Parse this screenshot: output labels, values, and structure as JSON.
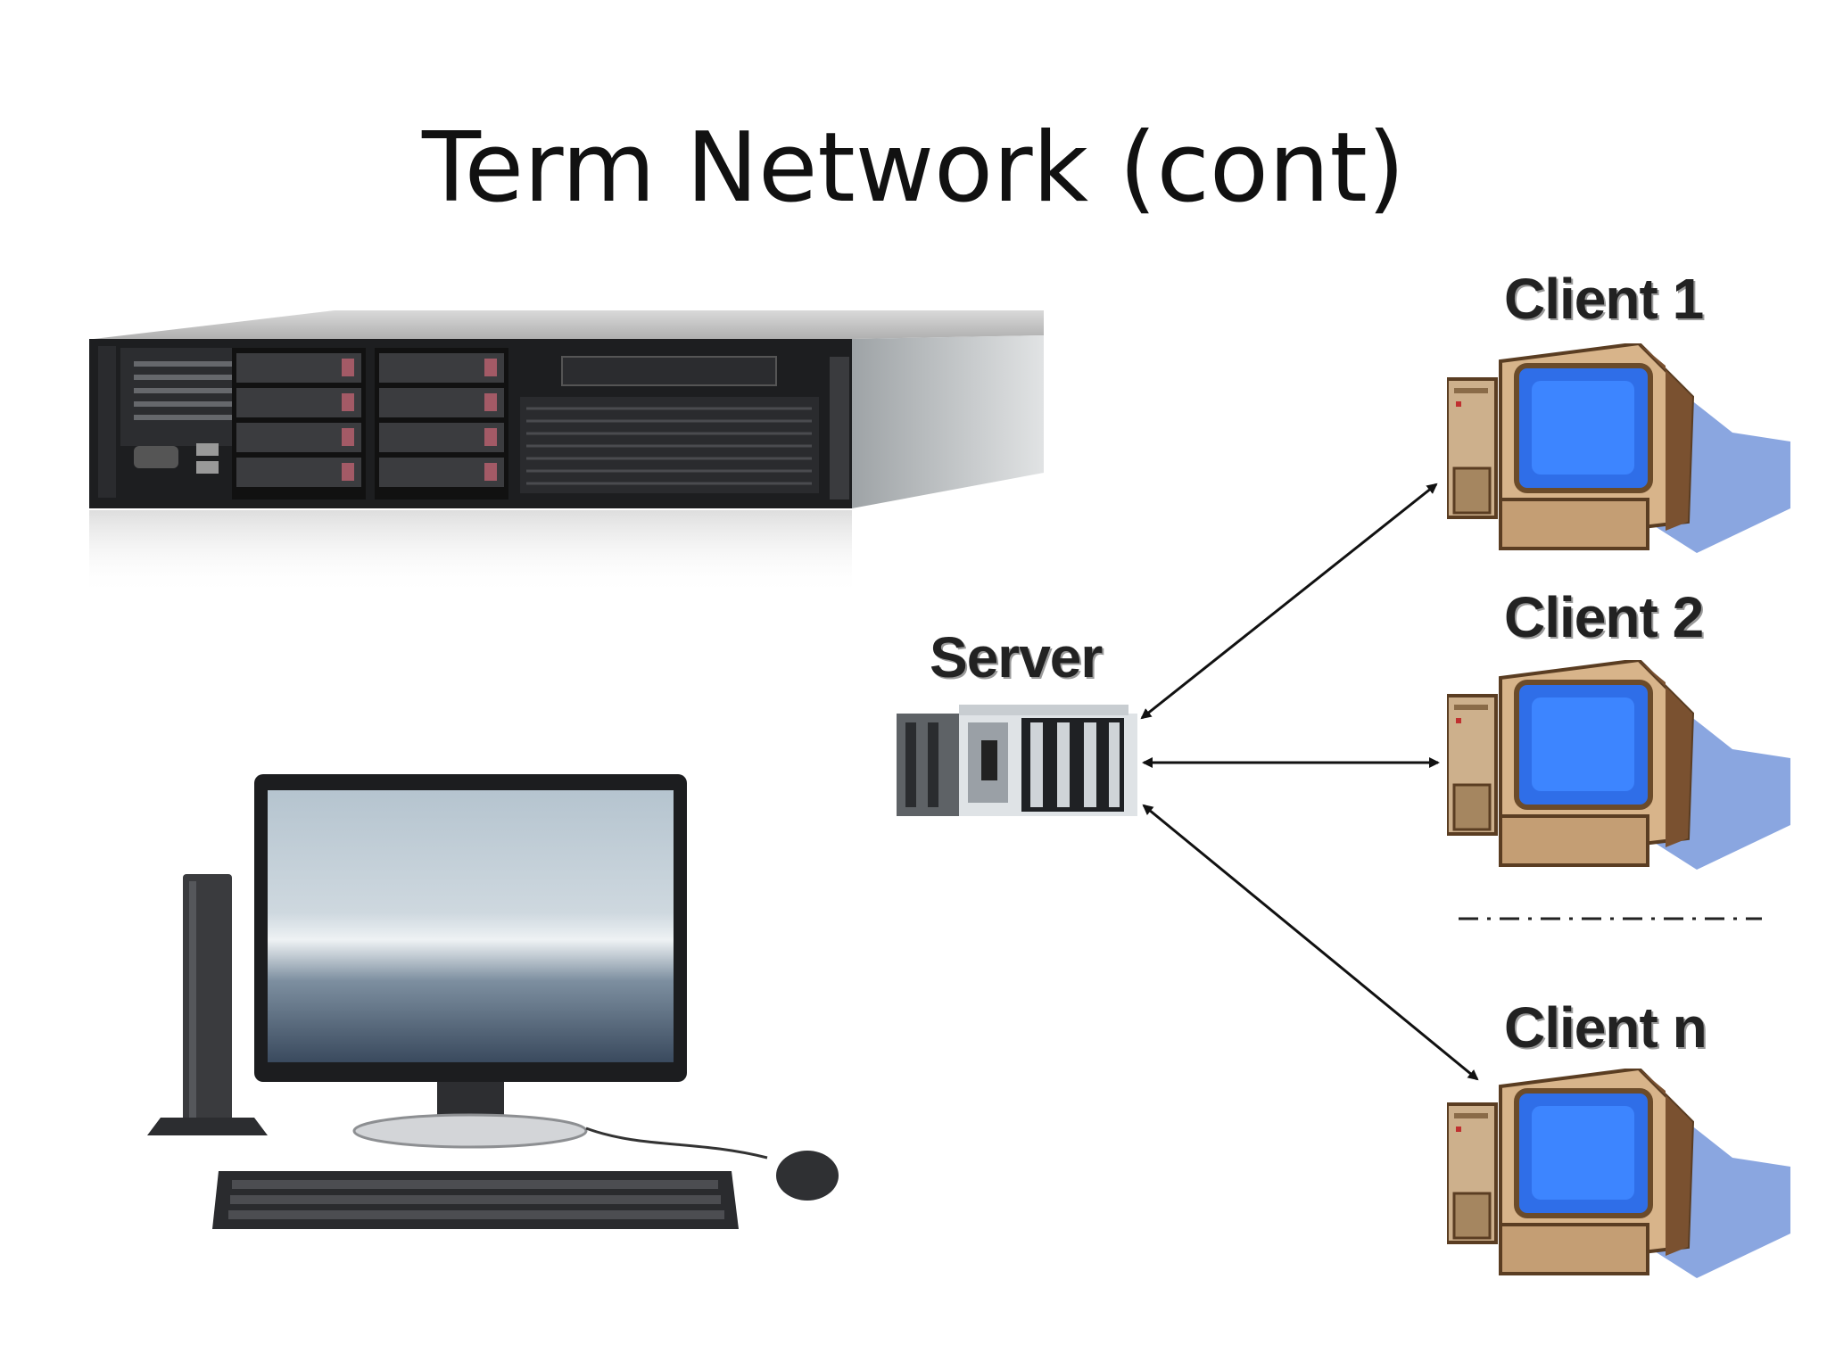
{
  "slide": {
    "title": "Term Network (cont)"
  },
  "diagram": {
    "server_label": "Server",
    "clients": [
      {
        "label": "Client 1"
      },
      {
        "label": "Client 2"
      },
      {
        "label": "Client n"
      }
    ]
  },
  "colors": {
    "screen_blue": "#2f6ee8",
    "monitor_tan": "#d8b48a",
    "shadow_blue": "#8aa6e0"
  }
}
